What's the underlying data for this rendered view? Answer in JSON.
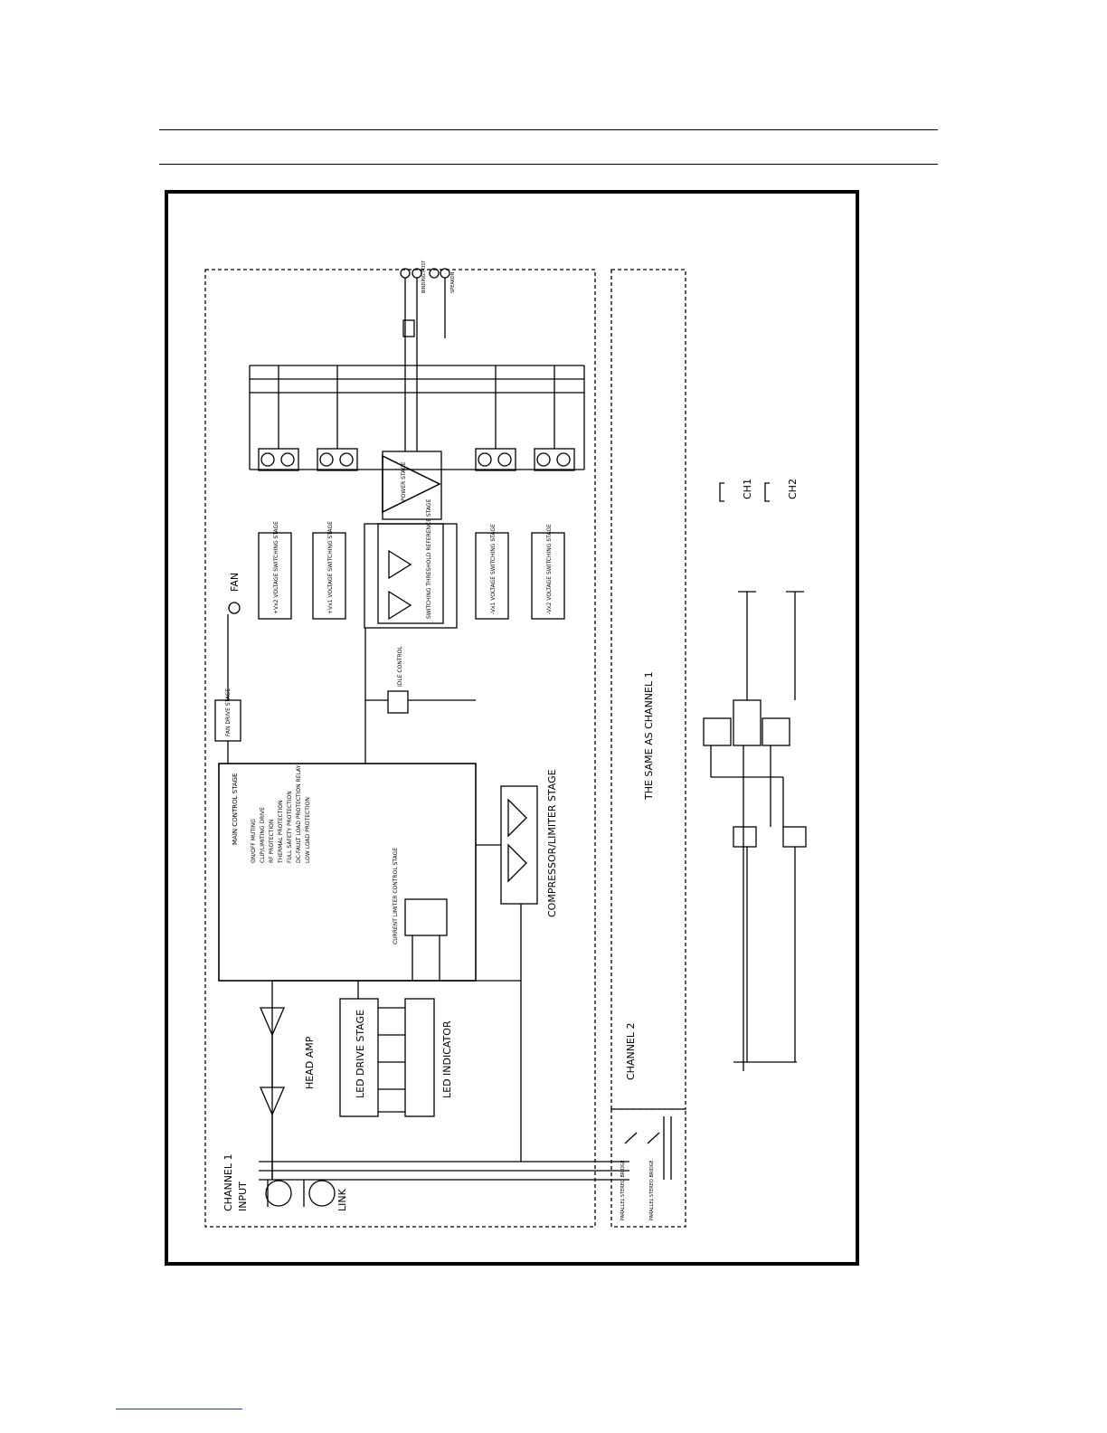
{
  "diagram": {
    "channel1_label": "CHANNEL 1",
    "channel2_label": "CHANNEL 2",
    "channel2_note": "THE SAME AS CHANNEL 1",
    "input_label": "INPUT",
    "link_label": "LINK",
    "fan_label": "FAN",
    "fan_drive_label": "FAN DRIVE STAGE",
    "head_amp_label": "HEAD AMP",
    "led_drive_label": "LED DRIVE STAGE",
    "led_indicator_label": "LED INDICATOR",
    "current_limiter_label": "CURRENT LIMITER CONTROL STAGE",
    "compressor_label": "COMPRESSOR/LIMITER STAGE",
    "main_control_label": "MAIN CONTROL STAGE",
    "main_control_items": [
      "ON/OFF MUTING",
      "CLIP/LIMITING DRIVE",
      "RF PROTECTION",
      "THERMAL PROTECTION",
      "FULL SAFETY PROTECTION",
      "DC-FAULT LOAD PROTECTION RELAY",
      "LOW LOAD PROTECTION"
    ],
    "idle_control_label": "IDLE CONTROL",
    "switching_stage_label": "SWITCHING THRESHOLD REFERENCE STAGE",
    "power_stage_label": "POWER STAGE",
    "voltage_stages": [
      "+Vx2 VOLTAGE SWITCHING STAGE",
      "+Vx1 VOLTAGE SWITCHING STAGE",
      "-Vx1 VOLTAGE SWITCHING STAGE",
      "-Vx2 VOLTAGE SWITCHING STAGE"
    ],
    "binding_post_label": "BINDING POST",
    "speakon_label": "SPEAKON",
    "mode_labels": [
      "PARALLEL STEREO BRIDGE",
      "PARALLEL STEREO BRIDGE"
    ],
    "ch1_label": "CH1",
    "ch2_label": "CH2"
  }
}
